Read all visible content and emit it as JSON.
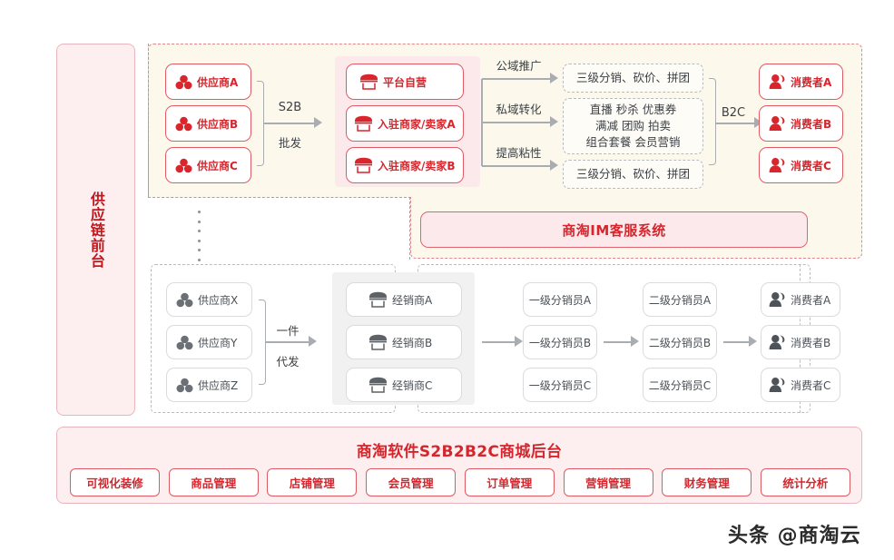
{
  "sidebar": {
    "label": "供应链前台"
  },
  "top_zone": {
    "suppliers": [
      {
        "label": "供应商A",
        "icon": "supplier-cluster-icon"
      },
      {
        "label": "供应商B",
        "icon": "supplier-cluster-icon"
      },
      {
        "label": "供应商C",
        "icon": "supplier-cluster-icon"
      }
    ],
    "connector_1": {
      "line1": "S2B",
      "line2": "批发"
    },
    "merchants": [
      {
        "label": "平台自营",
        "icon": "storefront-icon"
      },
      {
        "label": "入驻商家/卖家A",
        "icon": "storefront-icon"
      },
      {
        "label": "入驻商家/卖家B",
        "icon": "storefront-icon"
      }
    ],
    "channel_labels": [
      "公域推广",
      "私域转化",
      "提高粘性"
    ],
    "marketing_boxes": [
      {
        "lines": [
          "三级分销、砍价、拼团"
        ]
      },
      {
        "lines": [
          "直播 秒杀 优惠券",
          "满减 团购 拍卖",
          "组合套餐 会员营销"
        ]
      },
      {
        "lines": [
          "三级分销、砍价、拼团"
        ]
      }
    ],
    "connector_2": {
      "line1": "B2C"
    },
    "consumers": [
      {
        "label": "消费者A",
        "icon": "consumer-person-icon"
      },
      {
        "label": "消费者B",
        "icon": "consumer-person-icon"
      },
      {
        "label": "消费者C",
        "icon": "consumer-person-icon"
      }
    ]
  },
  "im_system": {
    "label": "商淘IM客服系统"
  },
  "bottom_zone": {
    "suppliers": [
      {
        "label": "供应商X",
        "icon": "supplier-cluster-icon"
      },
      {
        "label": "供应商Y",
        "icon": "supplier-cluster-icon"
      },
      {
        "label": "供应商Z",
        "icon": "supplier-cluster-icon"
      }
    ],
    "connector_1": {
      "line1": "一件",
      "line2": "代发"
    },
    "dealers": [
      {
        "label": "经销商A",
        "icon": "storefront-icon"
      },
      {
        "label": "经销商B",
        "icon": "storefront-icon"
      },
      {
        "label": "经销商C",
        "icon": "storefront-icon"
      }
    ],
    "level1": [
      {
        "label": "一级分销员A"
      },
      {
        "label": "一级分销员B"
      },
      {
        "label": "一级分销员C"
      }
    ],
    "level2": [
      {
        "label": "二级分销员A"
      },
      {
        "label": "二级分销员B"
      },
      {
        "label": "二级分销员C"
      }
    ],
    "consumers": [
      {
        "label": "消费者A",
        "icon": "consumer-person-icon"
      },
      {
        "label": "消费者B",
        "icon": "consumer-person-icon"
      },
      {
        "label": "消费者C",
        "icon": "consumer-person-icon"
      }
    ]
  },
  "backend": {
    "title": "商淘软件S2B2B2C商城后台",
    "modules": [
      "可视化装修",
      "商品管理",
      "店铺管理",
      "会员管理",
      "订单管理",
      "营销管理",
      "财务管理",
      "统计分析"
    ]
  },
  "watermark": {
    "text": "头条 @商淘云"
  },
  "colors": {
    "brand_red": "#d5262d",
    "panel_pink": "#fdeef0",
    "panel_cream": "#fdf8ec",
    "inner_pink": "#fce9ec",
    "gray_line": "#b9bcbf",
    "gray_text": "#4a4f55"
  }
}
